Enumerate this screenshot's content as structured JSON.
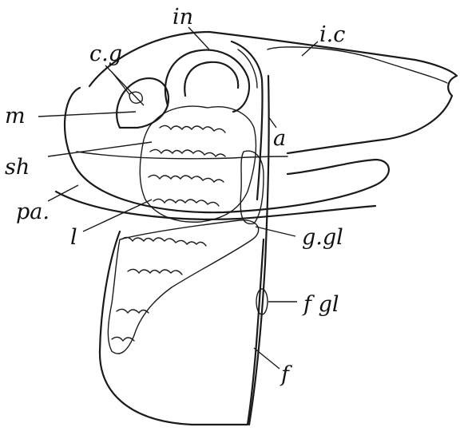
{
  "labels": {
    "in": "in",
    "ic": "i.c",
    "cg": "c.g",
    "m": "m",
    "a": "a",
    "sh": "sh",
    "pa": "pa.",
    "l": "l",
    "ggl": "g.gl",
    "fgl": "f gl",
    "f": "f"
  },
  "colors": {
    "ink": "#1a1a1a",
    "paper": "#ffffff",
    "stipple": "#2a2a2a"
  }
}
